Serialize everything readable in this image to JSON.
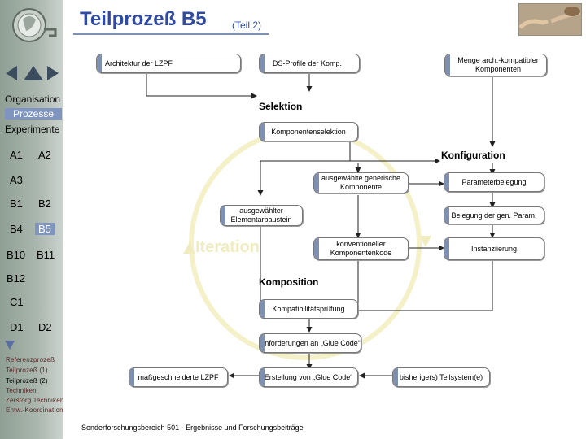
{
  "header": {
    "title": "Teilprozeß B5",
    "subtitle": "(Teil 2)"
  },
  "colors": {
    "title": "#2f4aa0",
    "accent_bar": "#7f8fb0",
    "sidebar": "#8f9f94",
    "iteration": "#f4f0c8"
  },
  "nav": {
    "arrows": [
      "arrow-left-icon",
      "arrow-up-icon",
      "arrow-right-icon"
    ],
    "sections": [
      "Organisation",
      "Prozesse",
      "Experimente"
    ],
    "rows": [
      [
        "A1",
        "A2"
      ],
      [
        "A3"
      ],
      [
        "B1",
        "B2"
      ],
      [
        "B4",
        "B5"
      ],
      [
        "B10",
        "B11"
      ],
      [
        "B12"
      ],
      [
        "C1"
      ],
      [
        "D1",
        "D2"
      ]
    ],
    "down_arrow": "arrow-down-icon",
    "links": [
      "Referenzprozeß",
      "Teilprozeß (1)",
      "Teilprozeß (2)",
      "Techniken",
      "Zerstörg Techniken",
      "Entw.-Koordination"
    ]
  },
  "diagram": {
    "top_boxes": [
      "Architektur der LZPF",
      "DS-Profile der Komp.",
      "Menge arch.-kompatibler Komponenten"
    ],
    "selektion": "Selektion",
    "komponentenselektion": "Komponentenselektion",
    "konfiguration": "Konfiguration",
    "generische": "ausgewählte generische Komponente",
    "elementarbaustein": "ausgewählter Elementarbaustein",
    "iteration": "Iteration",
    "konventioneller": "konventioneller Komponentenkode",
    "parameterbelegung": "Parameterbelegung",
    "belegung": "Belegung der gen. Param.",
    "instanziierung": "Instanziierung",
    "komposition": "Komposition",
    "kompatibilitaet": "Kompatibilitätsprüfung",
    "anforderungen": "Anforderungen an „Glue Code“",
    "bottom_boxes": [
      "maßgeschneiderte LZPF",
      "Erstellung von „Glue Code“",
      "bisherige(s) Teilsystem(e)"
    ]
  },
  "footer": "Sonderforschungsbereich 501 - Ergebnisse und Forschungsbeiträge"
}
